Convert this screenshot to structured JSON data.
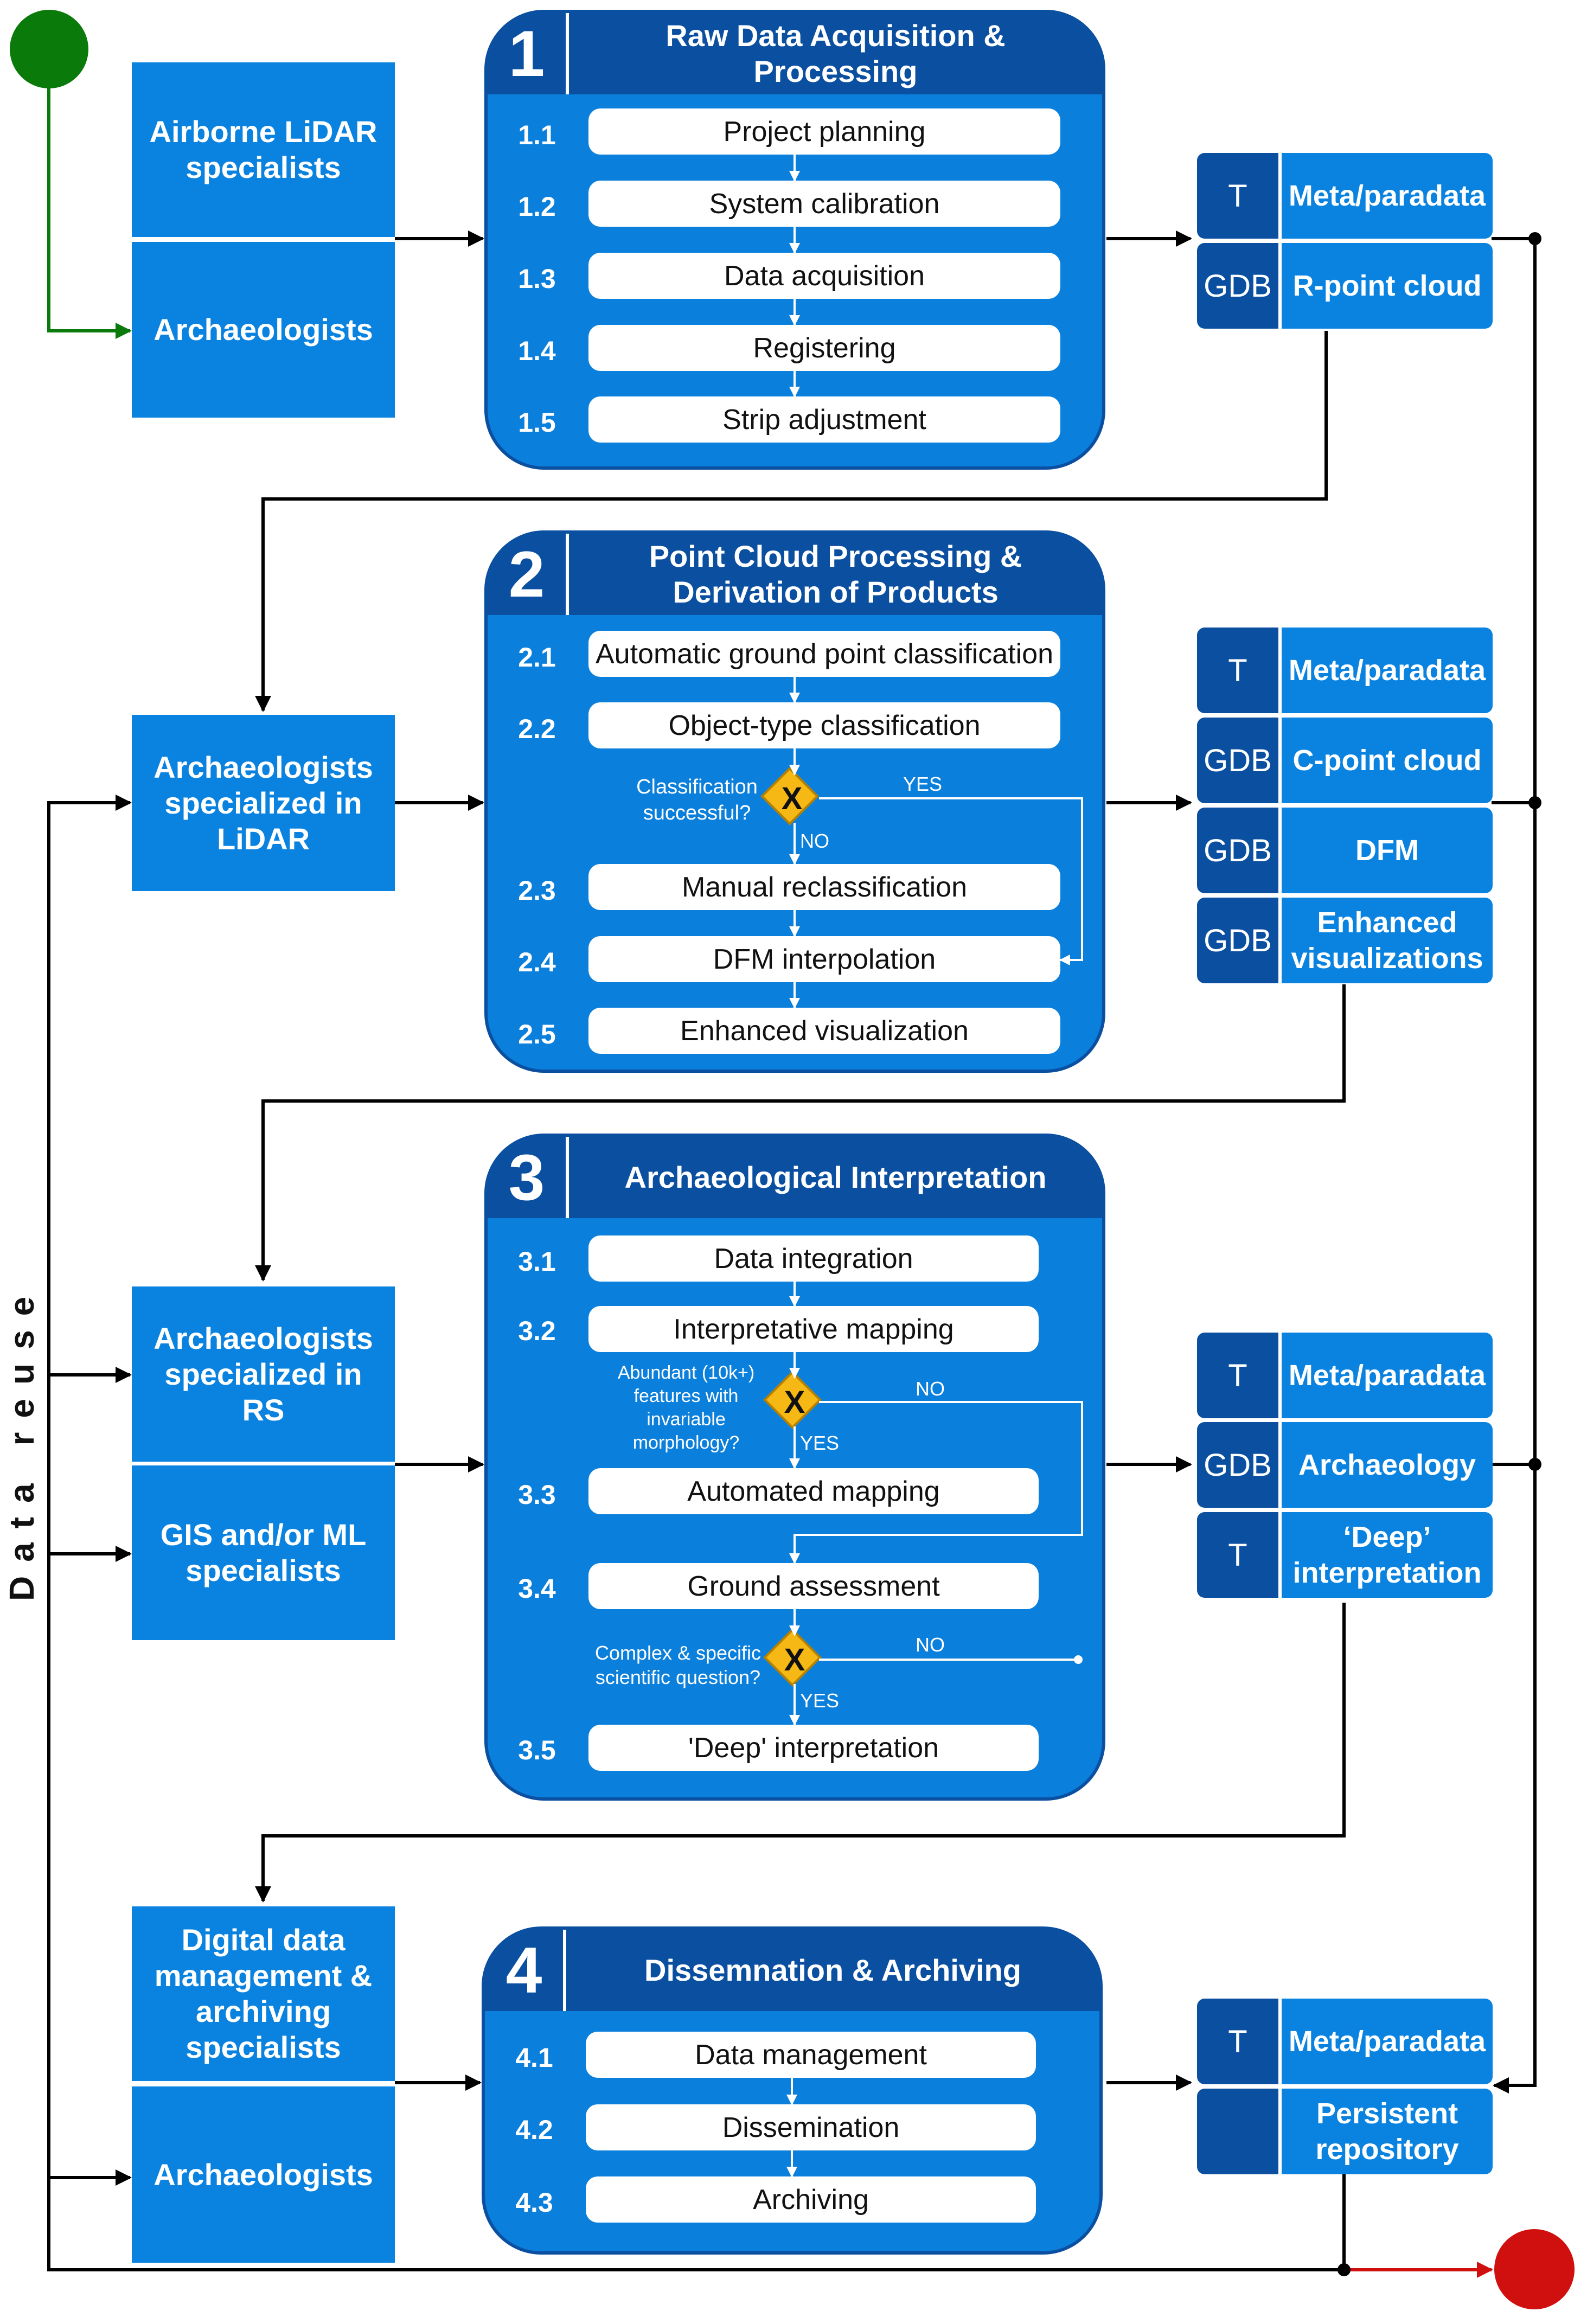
{
  "sidebar_label": "Data reuse",
  "stages": [
    {
      "number": "1",
      "title": "Raw Data Acquisition & Processing",
      "steps": [
        {
          "num": "1.1",
          "label": "Project planning"
        },
        {
          "num": "1.2",
          "label": "System calibration"
        },
        {
          "num": "1.3",
          "label": "Data acquisition"
        },
        {
          "num": "1.4",
          "label": "Registering"
        },
        {
          "num": "1.5",
          "label": "Strip adjustment"
        }
      ],
      "roles": [
        "Airborne LiDAR specialists",
        "Archaeologists"
      ],
      "outputs": [
        {
          "type": "T",
          "label": "Meta/paradata"
        },
        {
          "type": "GDB",
          "label": "R-point cloud"
        }
      ]
    },
    {
      "number": "2",
      "title": "Point Cloud Processing & Derivation of Products",
      "steps": [
        {
          "num": "2.1",
          "label": "Automatic ground point classification"
        },
        {
          "num": "2.2",
          "label": "Object-type classification"
        },
        {
          "num": "2.3",
          "label": "Manual reclassification"
        },
        {
          "num": "2.4",
          "label": "DFM interpolation"
        },
        {
          "num": "2.5",
          "label": "Enhanced visualization"
        }
      ],
      "decision": {
        "question": "Classification successful?",
        "yes": "YES",
        "no": "NO"
      },
      "roles": [
        "Archaeologists specialized in LiDAR"
      ],
      "outputs": [
        {
          "type": "T",
          "label": "Meta/paradata"
        },
        {
          "type": "GDB",
          "label": "C-point cloud"
        },
        {
          "type": "GDB",
          "label": "DFM"
        },
        {
          "type": "GDB",
          "label": "Enhanced visualizations"
        }
      ]
    },
    {
      "number": "3",
      "title": "Archaeological Interpretation",
      "steps": [
        {
          "num": "3.1",
          "label": "Data integration"
        },
        {
          "num": "3.2",
          "label": "Interpretative mapping"
        },
        {
          "num": "3.3",
          "label": "Automated mapping"
        },
        {
          "num": "3.4",
          "label": "Ground assessment"
        },
        {
          "num": "3.5",
          "label": "'Deep' interpretation"
        }
      ],
      "decision1": {
        "question": "Abundant (10k+) features with invariable morphology?",
        "yes": "YES",
        "no": "NO"
      },
      "decision2": {
        "question": "Complex & specific scientific question?",
        "yes": "YES",
        "no": "NO"
      },
      "roles": [
        "Archaeologists specialized in RS",
        "GIS and/or ML specialists"
      ],
      "outputs": [
        {
          "type": "T",
          "label": "Meta/paradata"
        },
        {
          "type": "GDB",
          "label": "Archaeology"
        },
        {
          "type": "T",
          "label": "‘Deep’ interpretation"
        }
      ]
    },
    {
      "number": "4",
      "title": "Dissemnation & Archiving",
      "steps": [
        {
          "num": "4.1",
          "label": "Data management"
        },
        {
          "num": "4.2",
          "label": "Dissemination"
        },
        {
          "num": "4.3",
          "label": "Archiving"
        }
      ],
      "roles": [
        "Digital data management & archiving specialists",
        "Archaeologists"
      ],
      "outputs": [
        {
          "type": "T",
          "label": "Meta/paradata"
        },
        {
          "type": "",
          "label": "Persistent repository"
        }
      ]
    }
  ],
  "colors": {
    "start": "#0a7a0a",
    "end": "#d00f0f",
    "panel": "#0b7fdc",
    "header": "#0b4fa0",
    "role": "#0a83e0",
    "decision": "#f6b814"
  }
}
